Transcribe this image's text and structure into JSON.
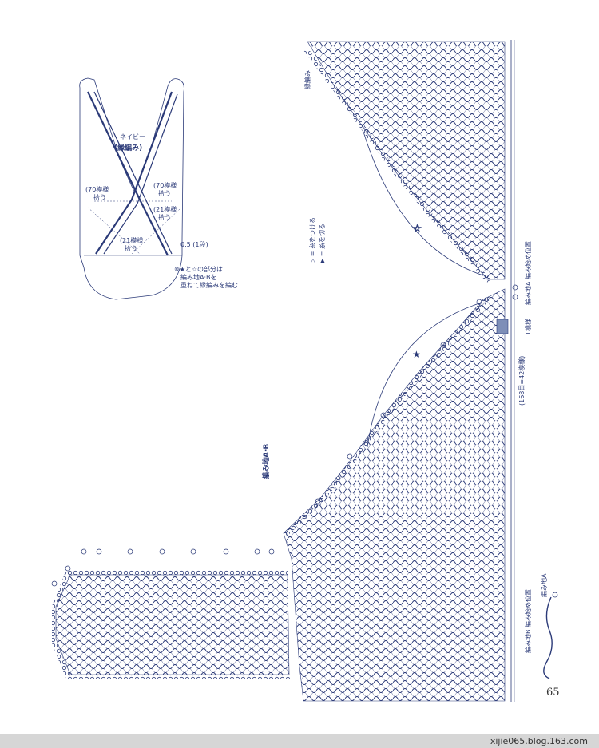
{
  "labels": {
    "navy": "ネイビー",
    "border_stitch": "(縁編み)",
    "rows70_left": "(70模様",
    "rows70_left2": "拾う",
    "rows70_right": "(70模様",
    "rows70_right2": "拾う",
    "rows21_left": "(21模様",
    "rows21_left2": "拾う",
    "rows21_right": "(21模様",
    "rows21_right2": "拾う",
    "height_small": "0.5",
    "height_rows": "(1段)",
    "note_line1": "※★と☆の部分は",
    "note_line2": "編み地A·Bを",
    "note_line3": "重ねて縁編みを編む",
    "fabric_ab": "編み地A·B",
    "border_top": "縁編み",
    "legend_attach": "▷ = 糸をつける",
    "legend_cut": "▶ = 糸を切る",
    "fabric_a_start": "編み地A 編み始め位置",
    "one_pattern": "1模様",
    "pattern_count": "(168目=42模様)",
    "fabric_a_small": "編み地A",
    "fabric_b_start": "編み地B 編み始め位置"
  },
  "page_number": "65",
  "footer": "xijie065.blog.163.com",
  "colors": {
    "ink": "#2b3a78",
    "footer_bar": "#d6d6d6"
  }
}
